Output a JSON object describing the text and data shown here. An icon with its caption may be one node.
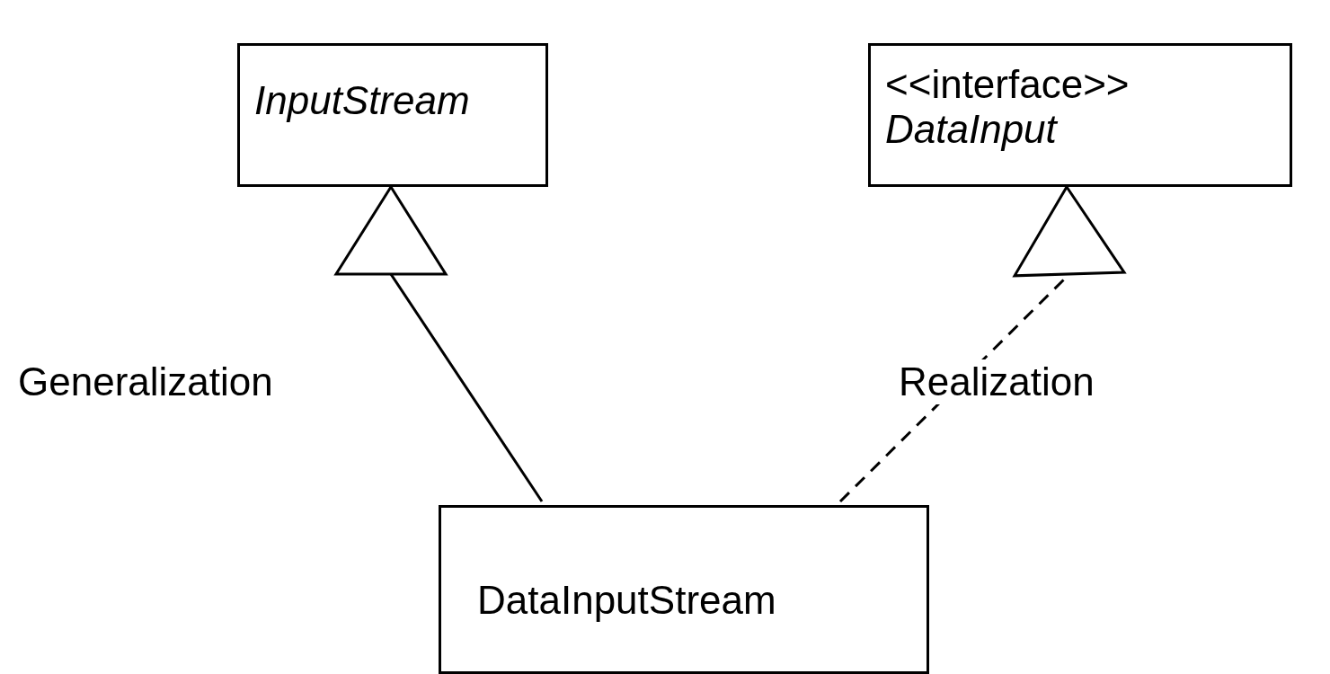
{
  "diagram": {
    "nodes": [
      {
        "text": [
          "InputStream"
        ]
      },
      {
        "text": [
          "<<interface>>",
          "DataInput"
        ]
      },
      {
        "text": [
          "DataInputStream"
        ]
      }
    ],
    "edges": [
      {
        "from": 2,
        "to": 0,
        "arrow": "to",
        "label": "Generalization"
      },
      {
        "from": 2,
        "to": 1,
        "arrow": "to",
        "label": "Realization",
        "style": "dashed"
      }
    ]
  }
}
